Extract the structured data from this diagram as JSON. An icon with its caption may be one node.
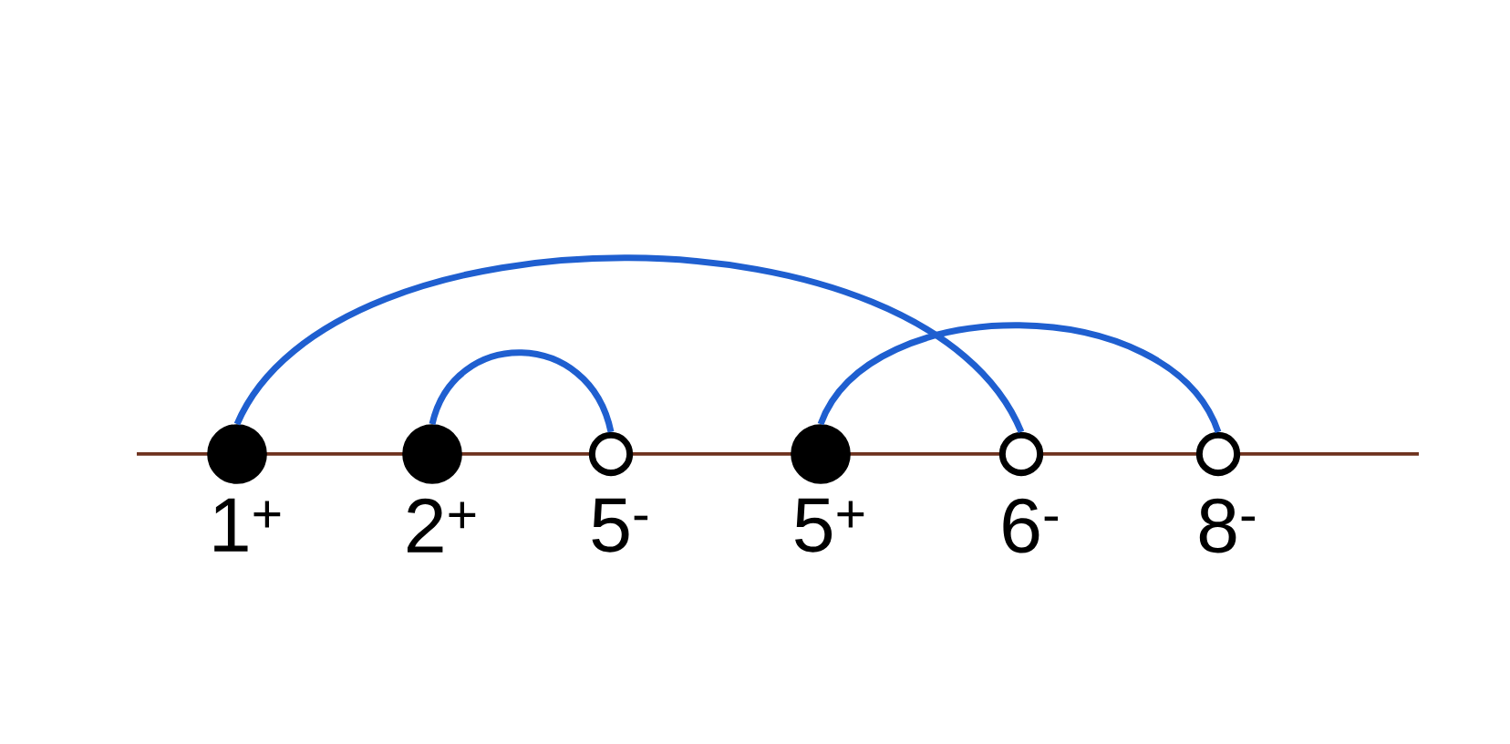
{
  "diagram": {
    "nodes": [
      {
        "text": [],
        "shape": "dot",
        "beside": [
          "1$^{+}$"
        ]
      },
      {
        "text": [],
        "shape": "dot",
        "beside": [
          "2$^{+}$"
        ]
      },
      {
        "text": [],
        "shape": "circle",
        "beside": [
          "5$^{-}$"
        ]
      },
      {
        "text": [],
        "shape": "dot",
        "beside": [
          "5$^{+}$"
        ]
      },
      {
        "text": [],
        "shape": "circle",
        "beside": [
          "6$^{-}$"
        ]
      },
      {
        "text": [],
        "shape": "circle",
        "beside": [
          "8$^{-}$"
        ]
      }
    ],
    "edges": [
      {
        "from": 0,
        "to": 4,
        "arrow": "none"
      },
      {
        "from": 1,
        "to": 2,
        "arrow": "none"
      },
      {
        "from": 3,
        "to": 5,
        "arrow": "none"
      }
    ]
  }
}
